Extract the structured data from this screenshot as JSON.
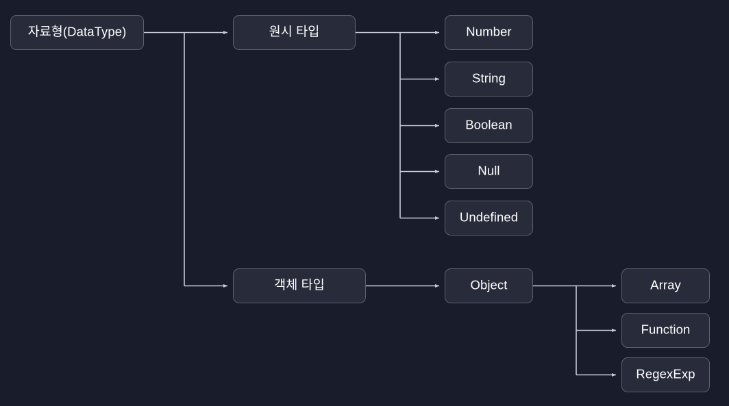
{
  "diagram": {
    "title": "JavaScript DataType hierarchy",
    "theme": {
      "background": "#191c2a",
      "node_fill": "#272b3a",
      "node_border": "#5b6173",
      "edge_color": "#c8ccd8",
      "text_color": "#ffffff"
    },
    "nodes": [
      {
        "id": "root",
        "label": "자료형(DataType)",
        "level": 1
      },
      {
        "id": "primitive",
        "label": "원시 타입",
        "level": 2
      },
      {
        "id": "objtype",
        "label": "객체 타입",
        "level": 2
      },
      {
        "id": "number",
        "label": "Number",
        "level": 3
      },
      {
        "id": "string",
        "label": "String",
        "level": 3
      },
      {
        "id": "boolean",
        "label": "Boolean",
        "level": 3
      },
      {
        "id": "null",
        "label": "Null",
        "level": 3
      },
      {
        "id": "undefined",
        "label": "Undefined",
        "level": 3
      },
      {
        "id": "object",
        "label": "Object",
        "level": 3
      },
      {
        "id": "array",
        "label": "Array",
        "level": 4
      },
      {
        "id": "function",
        "label": "Function",
        "level": 4
      },
      {
        "id": "regexexp",
        "label": "RegexExp",
        "level": 4
      }
    ],
    "edges": [
      {
        "from": "root",
        "to": "primitive"
      },
      {
        "from": "root",
        "to": "objtype"
      },
      {
        "from": "primitive",
        "to": "number"
      },
      {
        "from": "primitive",
        "to": "string"
      },
      {
        "from": "primitive",
        "to": "boolean"
      },
      {
        "from": "primitive",
        "to": "null"
      },
      {
        "from": "primitive",
        "to": "undefined"
      },
      {
        "from": "objtype",
        "to": "object"
      },
      {
        "from": "object",
        "to": "array"
      },
      {
        "from": "object",
        "to": "function"
      },
      {
        "from": "object",
        "to": "regexexp"
      }
    ]
  }
}
